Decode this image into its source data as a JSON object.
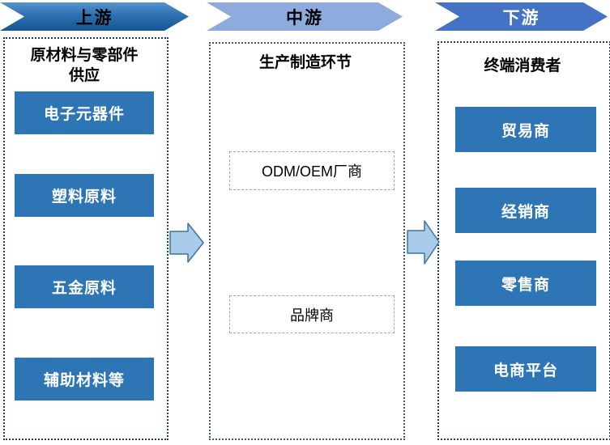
{
  "header": {
    "arrows": [
      {
        "label": "上游",
        "text_color": "#000000",
        "fill_top": "#5696CE",
        "fill_bottom": "#175693"
      },
      {
        "label": "中游",
        "text_color": "#000000",
        "fill": "#8FAADC"
      },
      {
        "label": "下游",
        "text_color": "#FFFFFF",
        "fill": "#4472C4"
      }
    ]
  },
  "columns": [
    {
      "name": "upstream",
      "title_lines": [
        "原材料与零部件",
        "供应"
      ],
      "items": [
        "电子元器件",
        "塑料原料",
        "五金原料",
        "辅助材料等"
      ],
      "item_style": "solid-blue"
    },
    {
      "name": "midstream",
      "title_lines": [
        "生产制造环节"
      ],
      "items": [
        "ODM/OEM厂商",
        "品牌商"
      ],
      "item_style": "outlined"
    },
    {
      "name": "downstream",
      "title_lines": [
        "终端消费者"
      ],
      "items": [
        "贸易商",
        "经销商",
        "零售商",
        "电商平台"
      ],
      "item_style": "solid-blue"
    }
  ],
  "connectors": [
    {
      "icon": "right-arrow-icon",
      "from": "upstream",
      "to": "midstream"
    },
    {
      "icon": "right-arrow-icon",
      "from": "midstream",
      "to": "downstream"
    }
  ],
  "colors": {
    "solid_item_fill": "#2E75B6",
    "solid_item_text": "#FFFFFF",
    "outlined_item_border": "#A6A6A6",
    "outer_column_border": "#1F3864",
    "middle_column_border": "#44546A",
    "connector_fill": "#A9CBEA",
    "connector_stroke": "#41719C",
    "background": "#FFFFFF"
  }
}
